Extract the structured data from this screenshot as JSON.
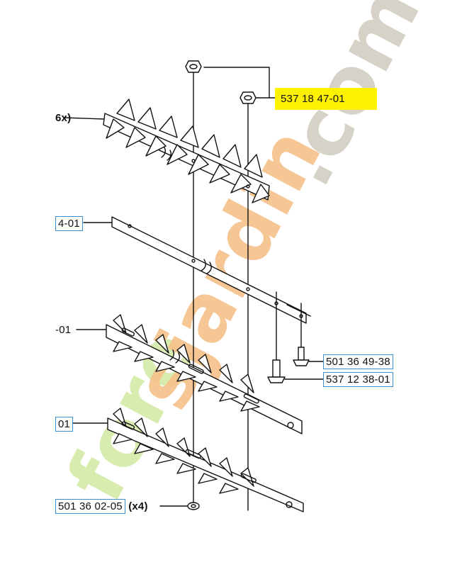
{
  "labels": {
    "nut_upper_part": "537 18 47-01",
    "part_top_left": "6x)",
    "part_bar_left": "4-01",
    "part_blade1_left": "-01",
    "part_blade2_left": "01",
    "screw_small": "501 36 49-38",
    "screw_large": "537 12 38-01",
    "washer_part": "501 36 02-05",
    "washer_qty": "(x4)"
  },
  "watermark": {
    "text_a": "fore",
    "text_b": "sjardin",
    "text_c": ".com",
    "color_green": "#d8ecb0",
    "color_orange": "#f6c089",
    "color_grey": "#d6d2c8"
  },
  "colors": {
    "highlight": "#fff200",
    "label_border": "#3a8fd0",
    "line": "#111111"
  }
}
